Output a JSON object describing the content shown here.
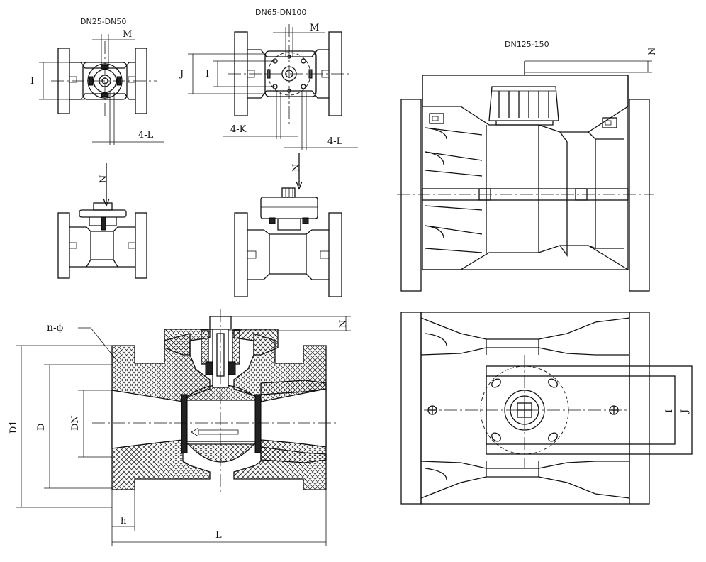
{
  "titles": {
    "small": "DN25-DN50",
    "medium": "DN65-DN100",
    "large": "DN125-150"
  },
  "labels": {
    "M": "M",
    "I": "I",
    "J": "J",
    "N": "N",
    "four_L": "4-L",
    "four_K": "4-K",
    "n_phi": "n-ϕ",
    "D1": "D1",
    "D": "D",
    "DN": "DN",
    "h": "h",
    "L": "L"
  }
}
